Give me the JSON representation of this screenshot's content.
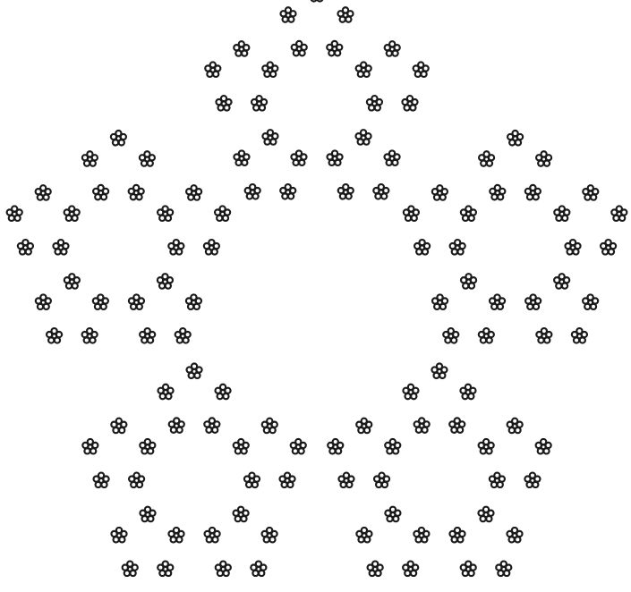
{
  "figure": {
    "subject": "pentaflake-fractal",
    "levels": 4,
    "branches": 5,
    "ink_color": "#1a1a1a",
    "paper_color": "#ffffff"
  }
}
